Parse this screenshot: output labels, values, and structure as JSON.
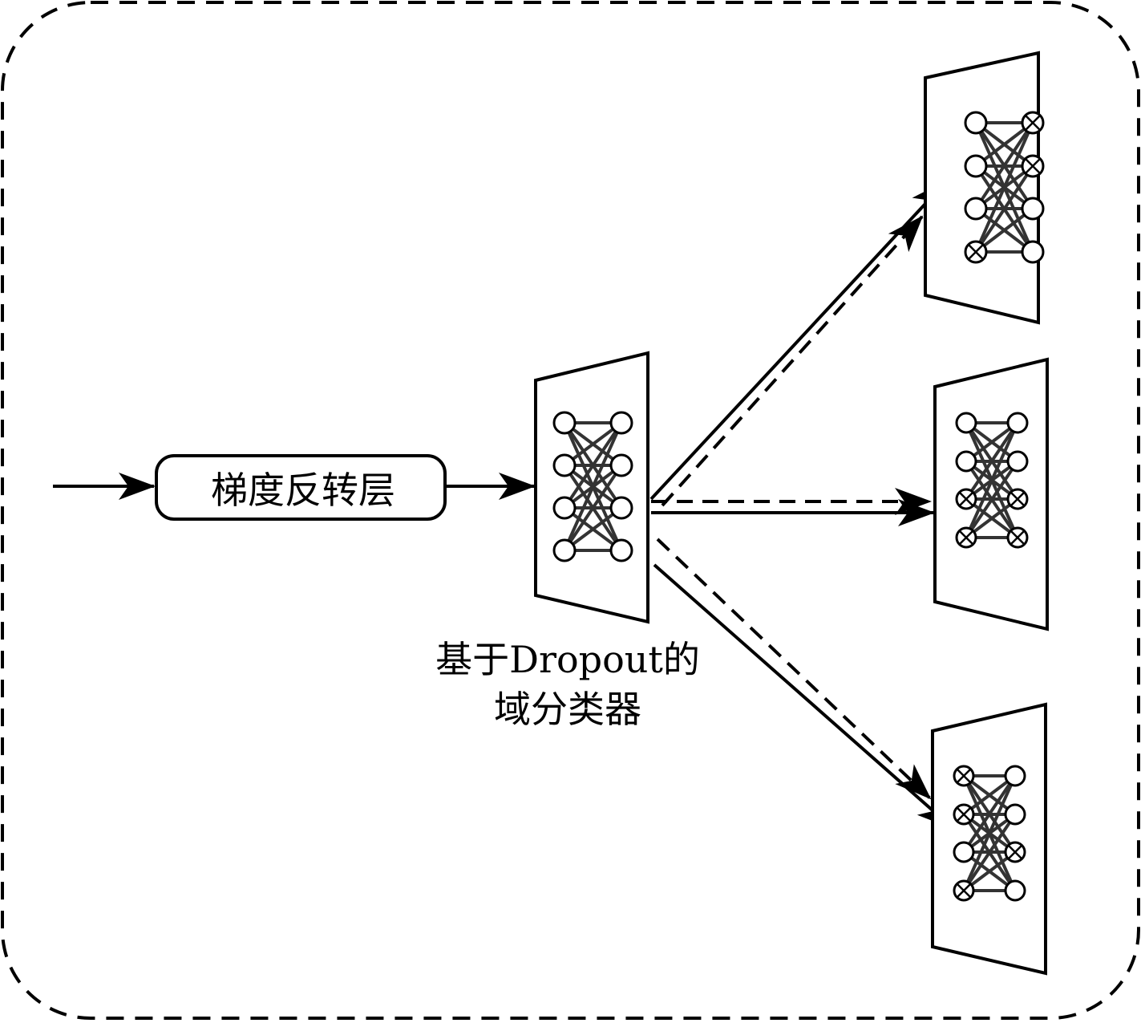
{
  "diagram": {
    "grl_label": "梯度反转层",
    "classifier_caption_line1": "基于Dropout的",
    "classifier_caption_line2": "域分类器"
  },
  "networks": {
    "main": {
      "dropped": [
        false,
        false,
        false,
        false,
        false,
        false,
        false,
        false
      ]
    },
    "top": {
      "dropped": [
        false,
        false,
        false,
        true,
        true,
        true,
        false,
        false
      ]
    },
    "middle": {
      "dropped": [
        false,
        false,
        true,
        true,
        false,
        false,
        true,
        true
      ]
    },
    "bottom": {
      "dropped": [
        true,
        true,
        false,
        true,
        false,
        false,
        true,
        false
      ]
    }
  },
  "colors": {
    "stroke": "#000000",
    "edge": "#333333",
    "background": "#ffffff"
  }
}
